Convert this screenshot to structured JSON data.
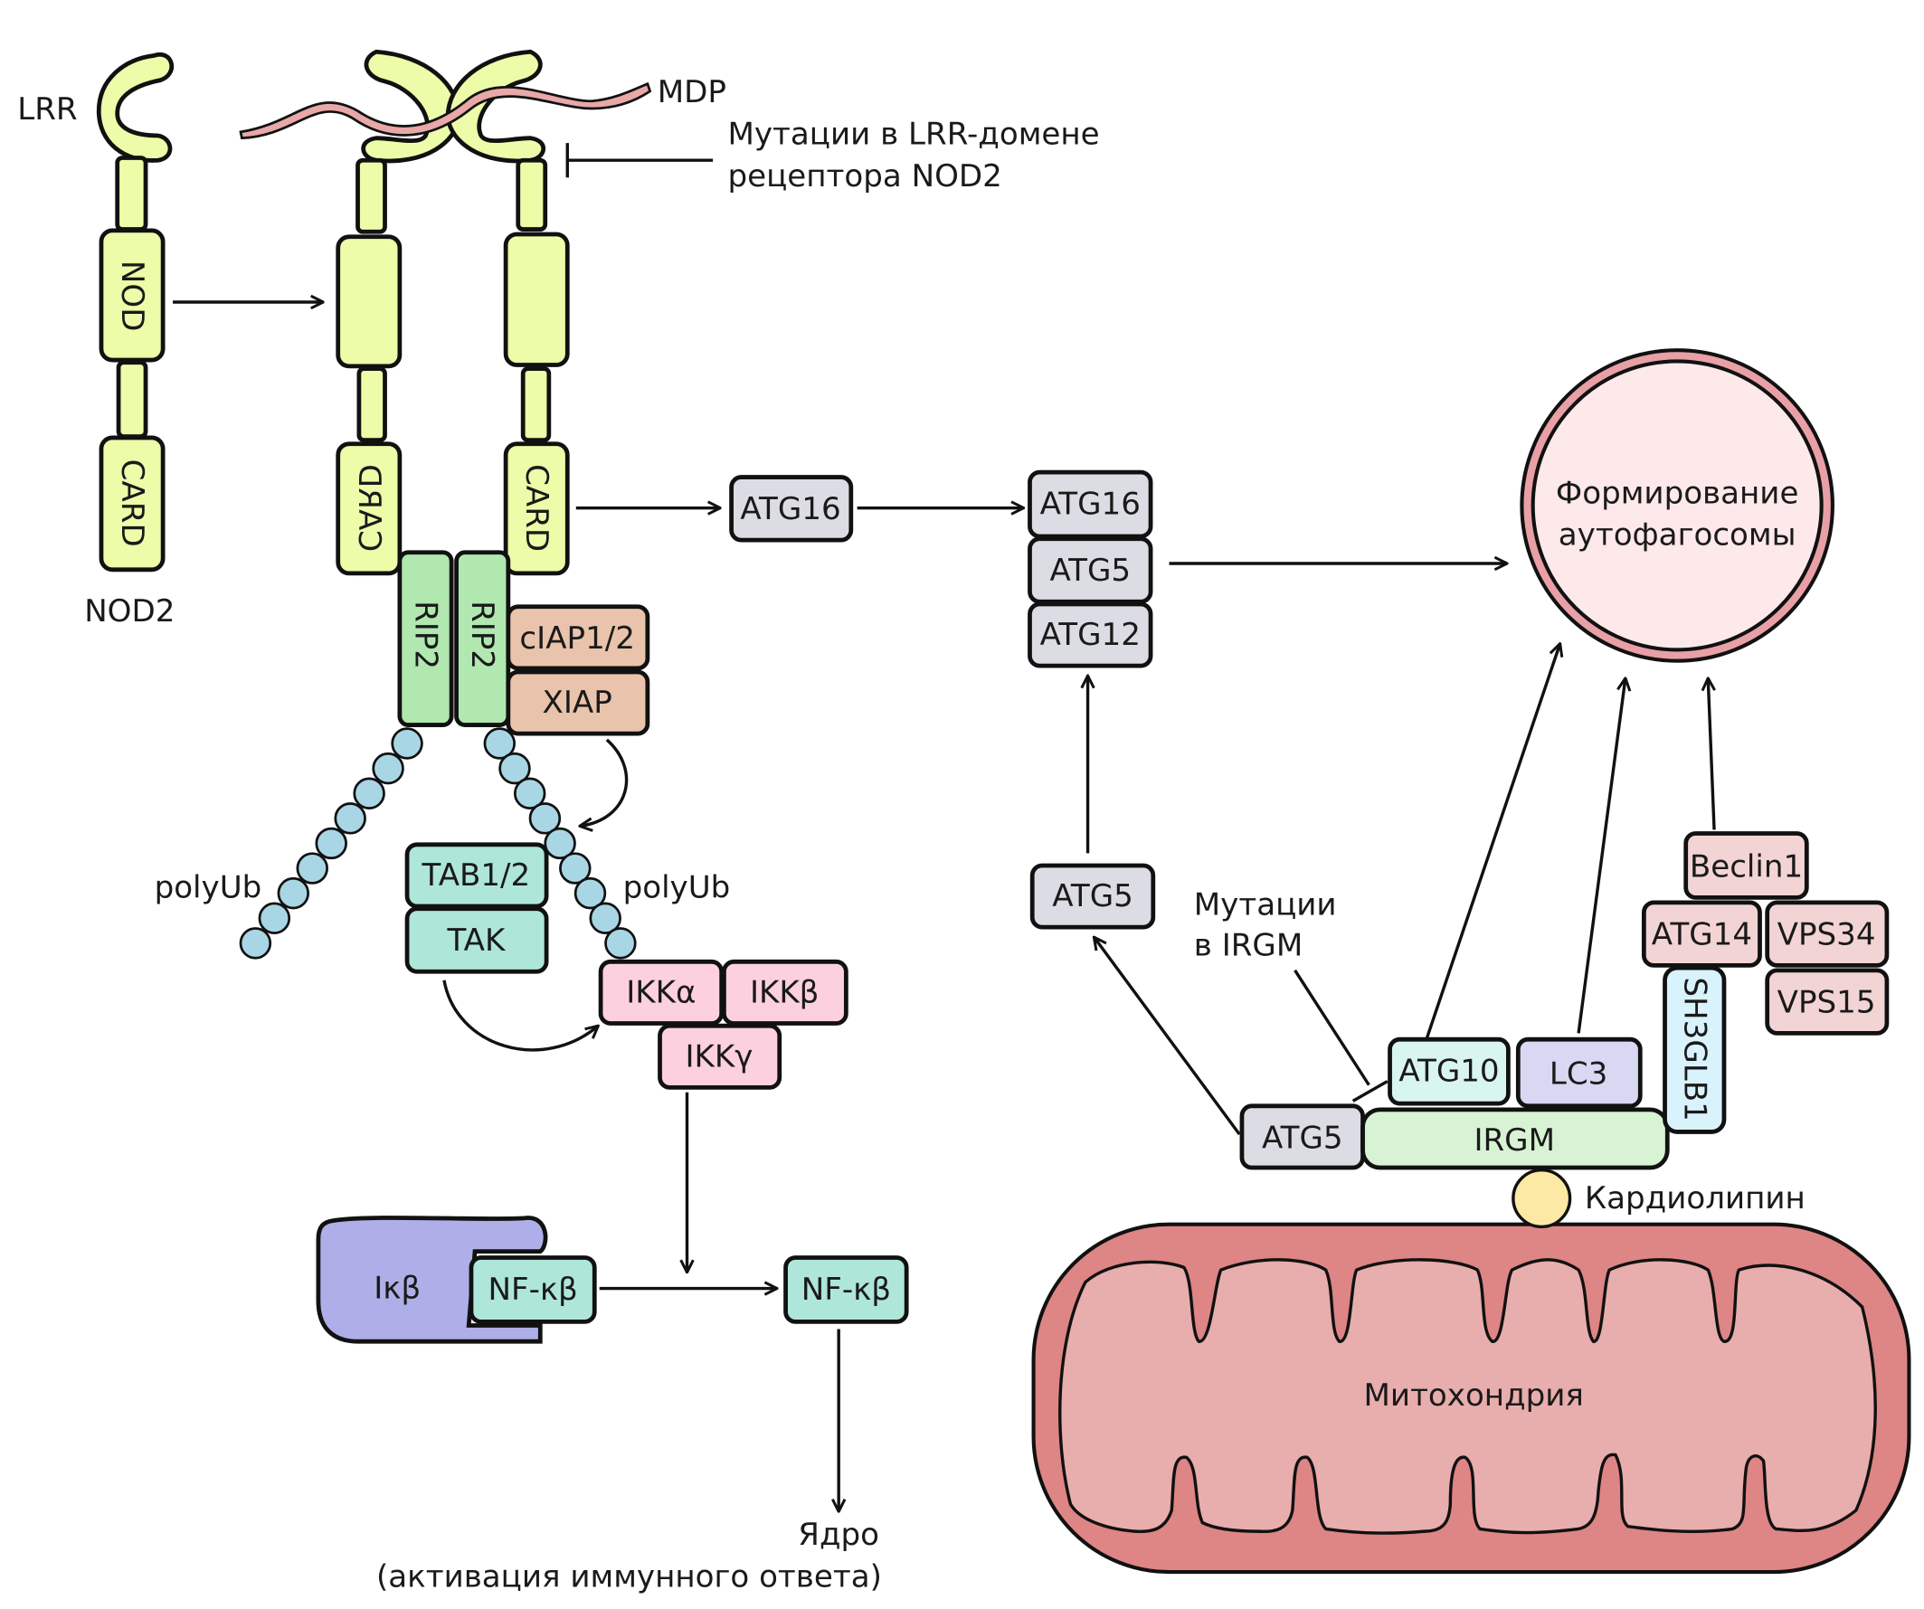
{
  "colors": {
    "nod2": "#ecfca8",
    "rip2": "#b0e8b0",
    "iap": "#e9c3ab",
    "tak": "#aee6da",
    "ikk": "#fdd0e0",
    "ikb": "#aeaee8",
    "atg": "#dcdce4",
    "atg10": "#d8f5ee",
    "lc3": "#d8d8f3",
    "irgm": "#d8f3d4",
    "sh3glb1": "#d8f3fb",
    "beclin": "#f3d4d4",
    "mito_outer": "#de8585",
    "mito_inner": "#e8adad",
    "autophagosome": "#fde8ea",
    "cardiolipin": "#fce9a3",
    "polyub": "#a9d6e5",
    "mdp": "#e8a8a8"
  },
  "nod2": {
    "lrr": "LRR",
    "nod": "NOD",
    "card": "CARD",
    "name": "NOD2",
    "mdp": "MDP",
    "mutation_line1": "Мутации в LRR-домене",
    "mutation_line2": "рецептора NOD2"
  },
  "active": {
    "card_left": "CARD",
    "card_right": "CARD"
  },
  "rip2": [
    "RIP2",
    "RIP2"
  ],
  "iap": [
    "cIAP1/2",
    "XIAP"
  ],
  "polyub": [
    "polyUb",
    "polyUb"
  ],
  "tak": [
    "TAB1/2",
    "TAK"
  ],
  "ikk": [
    "IKKα",
    "IKKβ",
    "IKKγ"
  ],
  "nfkb": {
    "ikb": "Iκβ",
    "bound": "NF-κβ",
    "free": "NF-κβ",
    "nucleus": "Ядро",
    "nucleus_note": "(активация иммунного ответа)"
  },
  "atg_chain": {
    "atg16_single": "ATG16",
    "complex": [
      "ATG16",
      "ATG5",
      "ATG12"
    ],
    "atg5_lower": "ATG5"
  },
  "autophagosome": [
    "Формирование",
    "аутофагосомы"
  ],
  "irgm": {
    "mutation_line1": "Мутации",
    "mutation_line2": "в IRGM",
    "atg10": "ATG10",
    "lc3": "LC3",
    "atg5": "ATG5",
    "irgm": "IRGM",
    "sh3glb1": "SH3GLB1",
    "beclin1": "Beclin1",
    "atg14": "ATG14",
    "vps34": "VPS34",
    "vps15": "VPS15",
    "cardiolipin": "Кардиолипин"
  },
  "mitochondria": "Митохондрия"
}
